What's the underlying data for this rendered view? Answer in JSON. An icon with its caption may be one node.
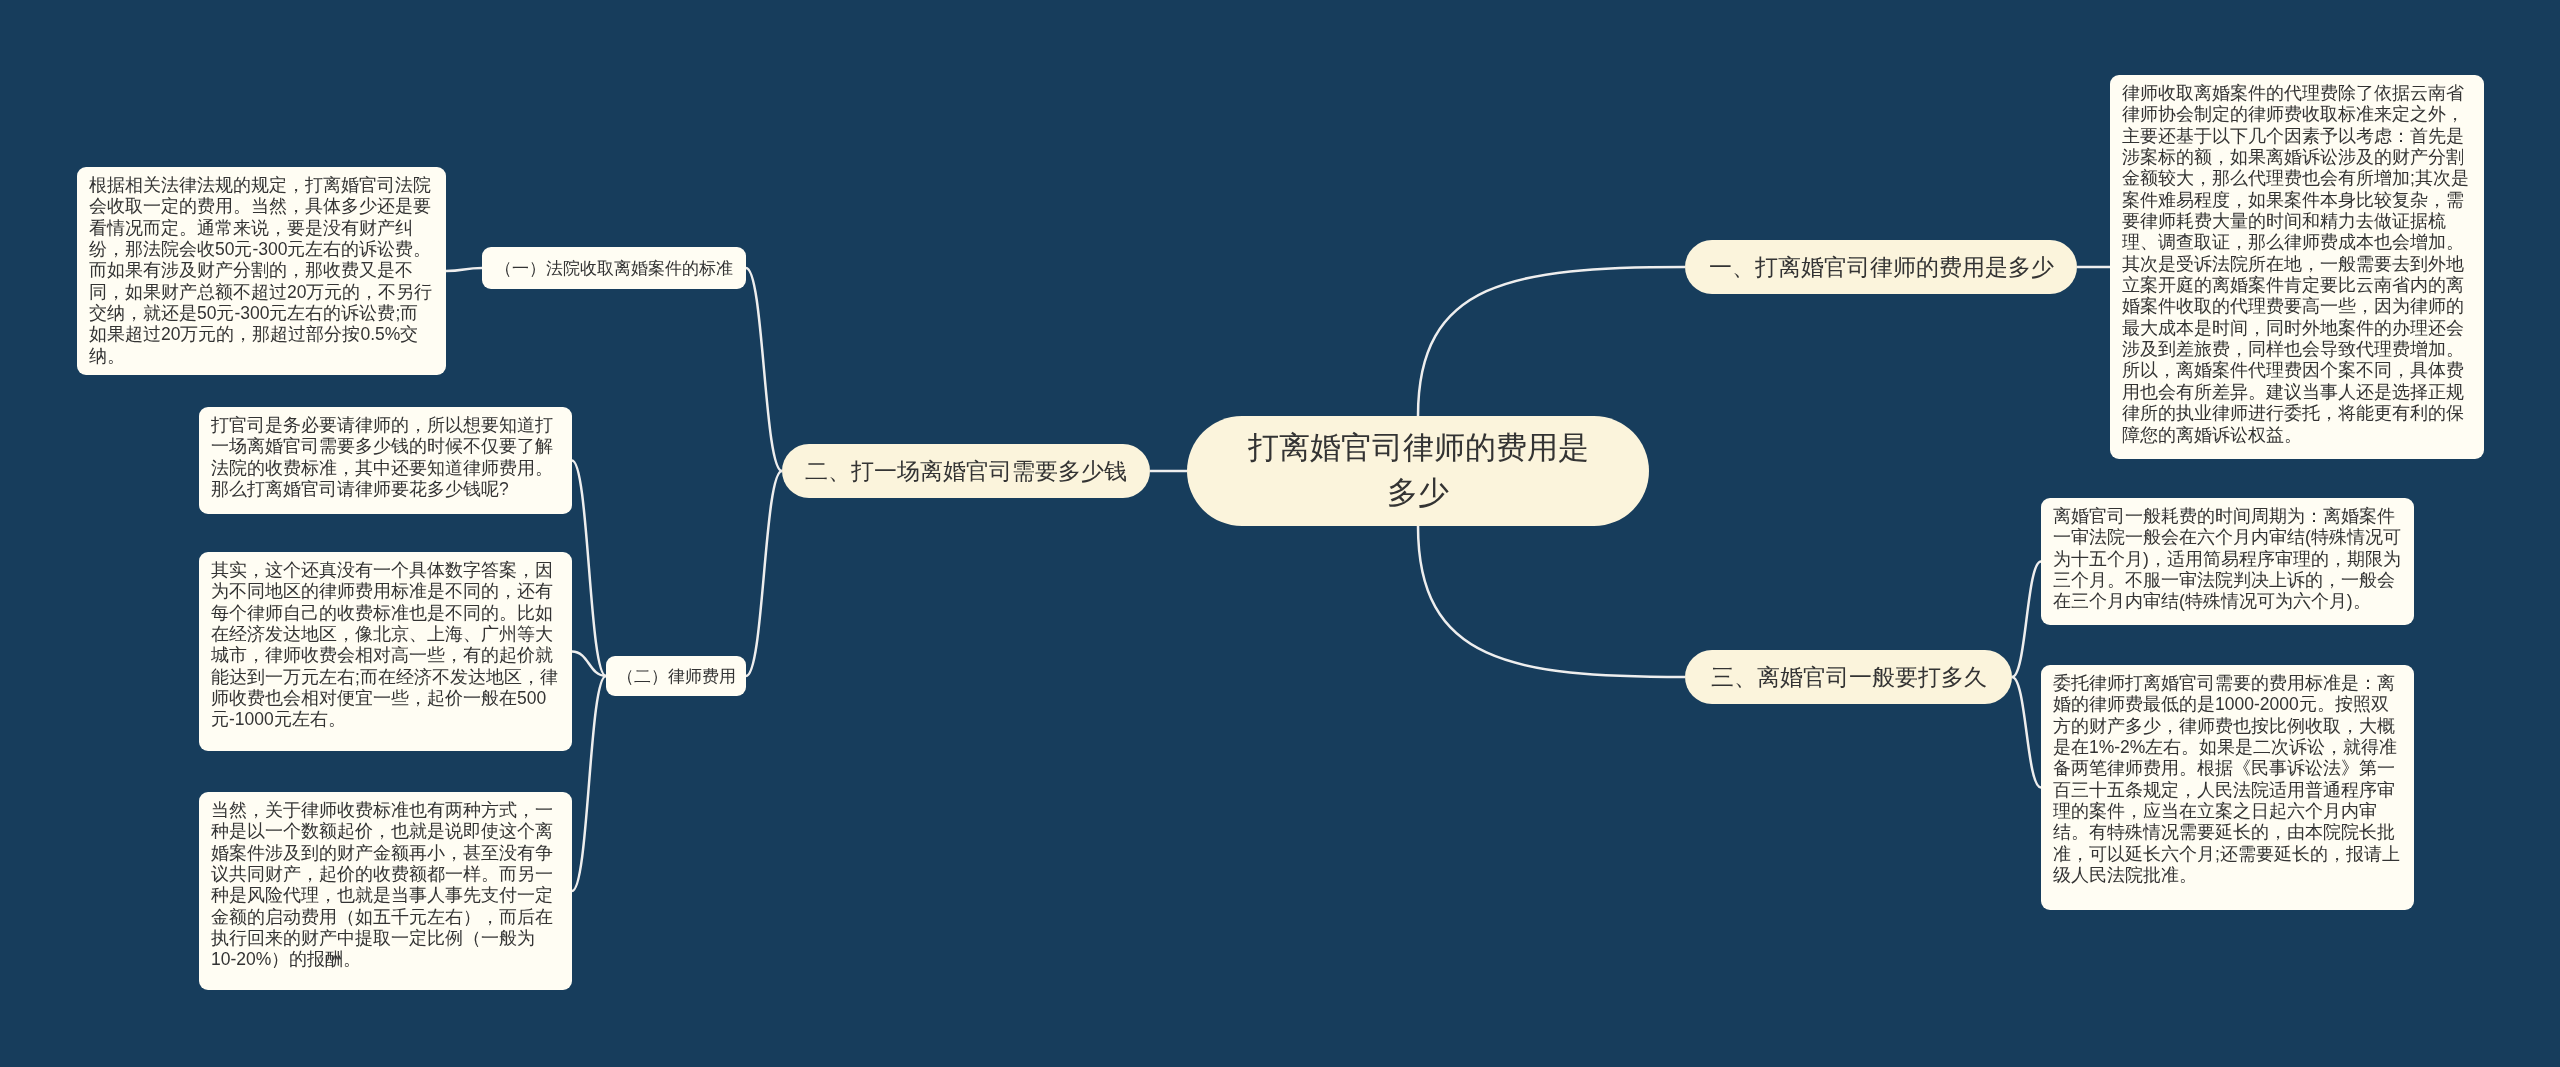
{
  "diagram": {
    "nodes": [
      {
        "text": [
          "打离婚官司律师的费用是多少"
        ]
      },
      {
        "text": [
          "一、打离婚官司律师的费用是多少"
        ]
      },
      {
        "text": [
          "律师收取离婚案件的代理费除了依据云南省律师协会制定的律师费收取标准来定之外，主要还基于以下几个因素予以考虑：首先是涉案标的额，如果离婚诉讼涉及的财产分割金额较大，那么代理费也会有所增加;其次是案件难易程度，如果案件本身比较复杂，需要律师耗费大量的时间和精力去做证据梳理、调查取证，那么律师费成本也会增加。其次是受诉法院所在地，一般需要去到外地立案开庭的离婚案件肯定要比云南省内的离婚案件收取的代理费要高一些，因为律师的最大成本是时间，同时外地案件的办理还会涉及到差旅费，同样也会导致代理费增加。所以，离婚案件代理费因个案不同，具体费用也会有所差异。建议当事人还是选择正规律所的执业律师进行委托，将能更有利的保障您的离婚诉讼权益。"
        ]
      },
      {
        "text": [
          "二、打一场离婚官司需要多少钱"
        ]
      },
      {
        "text": [
          "（一）法院收取离婚案件的标准"
        ]
      },
      {
        "text": [
          "根据相关法律法规的规定，打离婚官司法院会收取一定的费用。当然，具体多少还是要看情况而定。通常来说，要是没有财产纠纷，那法院会收50元-300元左右的诉讼费。而如果有涉及财产分割的，那收费又是不同，如果财产总额不超过20万元的，不另行交纳，就还是50元-300元左右的诉讼费;而如果超过20万元的，那超过部分按0.5%交纳。"
        ]
      },
      {
        "text": [
          "（二）律师费用"
        ]
      },
      {
        "text": [
          "打官司是务必要请律师的，所以想要知道打一场离婚官司需要多少钱的时候不仅要了解法院的收费标准，其中还要知道律师费用。那么打离婚官司请律师要花多少钱呢?"
        ]
      },
      {
        "text": [
          "其实，这个还真没有一个具体数字答案，因为不同地区的律师费用标准是不同的，还有每个律师自己的收费标准也是不同的。比如在经济发达地区，像北京、上海、广州等大城市，律师收费会相对高一些，有的起价就能达到一万元左右;而在经济不发达地区，律师收费也会相对便宜一些，起价一般在500元-1000元左右。"
        ]
      },
      {
        "text": [
          "当然，关于律师收费标准也有两种方式，一种是以一个数额起价，也就是说即使这个离婚案件涉及到的财产金额再小，甚至没有争议共同财产，起价的收费额都一样。而另一种是风险代理，也就是当事人事先支付一定金额的启动费用（如五千元左右），而后在执行回来的财产中提取一定比例（一般为10-20%）的报酬。"
        ]
      },
      {
        "text": [
          "三、离婚官司一般要打多久"
        ]
      },
      {
        "text": [
          "离婚官司一般耗费的时间周期为：离婚案件一审法院一般会在六个月内审结(特殊情况可为十五个月)，适用简易程序审理的，期限为三个月。不服一审法院判决上诉的，一般会在三个月内审结(特殊情况可为六个月)。"
        ]
      },
      {
        "text": [
          "委托律师打离婚官司需要的费用标准是：离婚的律师费最低的是1000-2000元。按照双方的财产多少，律师费也按比例收取，大概是在1%-2%左右。如果是二次诉讼，就得准备两笔律师费用。根据《民事诉讼法》第一百三十五条规定，人民法院适用普通程序审理的案件，应当在立案之日起六个月内审结。有特殊情况需要延长的，由本院院长批准，可以延长六个月;还需要延长的，报请上级人民法院批准。"
        ]
      }
    ],
    "edges": [
      {
        "from": 0,
        "to": 1,
        "arrow": "none"
      },
      {
        "from": 1,
        "to": 2,
        "arrow": "none"
      },
      {
        "from": 0,
        "to": 3,
        "arrow": "none"
      },
      {
        "from": 3,
        "to": 4,
        "arrow": "none"
      },
      {
        "from": 4,
        "to": 5,
        "arrow": "none"
      },
      {
        "from": 3,
        "to": 6,
        "arrow": "none"
      },
      {
        "from": 6,
        "to": 7,
        "arrow": "none"
      },
      {
        "from": 6,
        "to": 8,
        "arrow": "none"
      },
      {
        "from": 6,
        "to": 9,
        "arrow": "none"
      },
      {
        "from": 0,
        "to": 10,
        "arrow": "none"
      },
      {
        "from": 10,
        "to": 11,
        "arrow": "none"
      },
      {
        "from": 10,
        "to": 12,
        "arrow": "none"
      }
    ]
  }
}
